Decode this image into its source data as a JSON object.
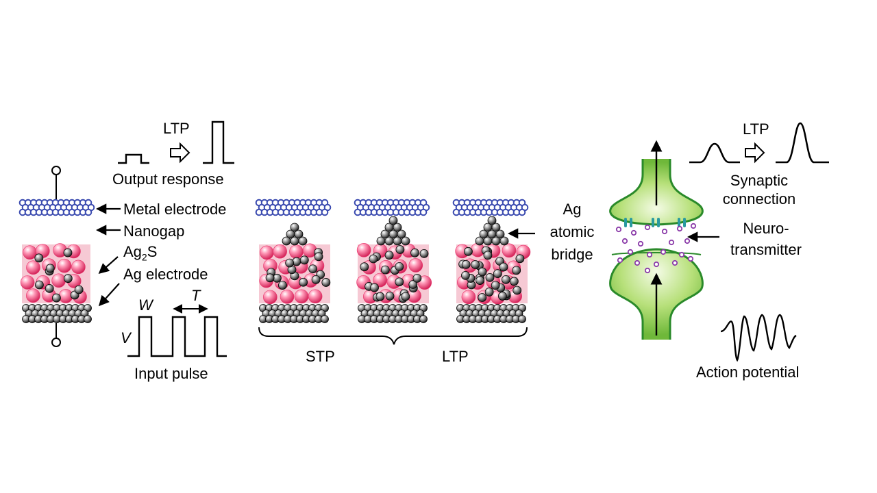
{
  "labels": {
    "ltp_top_left": "LTP",
    "output_response": "Output response",
    "metal_electrode": "Metal electrode",
    "nanogap": "Nanogap",
    "ag2s_pre": "Ag",
    "ag2s_sub": "2",
    "ag2s_post": "S",
    "ag_electrode": "Ag electrode",
    "w_symbol": "W",
    "t_symbol": "T",
    "v_symbol": "V",
    "input_pulse": "Input pulse",
    "stp": "STP",
    "ltp_bottom": "LTP",
    "ag_bridge_line1": "Ag",
    "ag_bridge_line2": "atomic",
    "ag_bridge_line3": "bridge",
    "ltp_top_right": "LTP",
    "synaptic_line1": "Synaptic",
    "synaptic_line2": "connection",
    "neuro_line1": "Neuro-",
    "neuro_line2": "transmitter",
    "action_potential": "Action potential"
  },
  "colors": {
    "electrode_blue": "#3b4bb0",
    "ag2s_pink": "#e8336b",
    "ag2s_background": "#f6c9d4",
    "ag_atom": "#3a3a3a",
    "synapse_green": "#8ccf3c",
    "synapse_outline": "#2a8a2a",
    "neurotransmitter": "#8a3aa8",
    "receptor": "#2a9aa0"
  }
}
